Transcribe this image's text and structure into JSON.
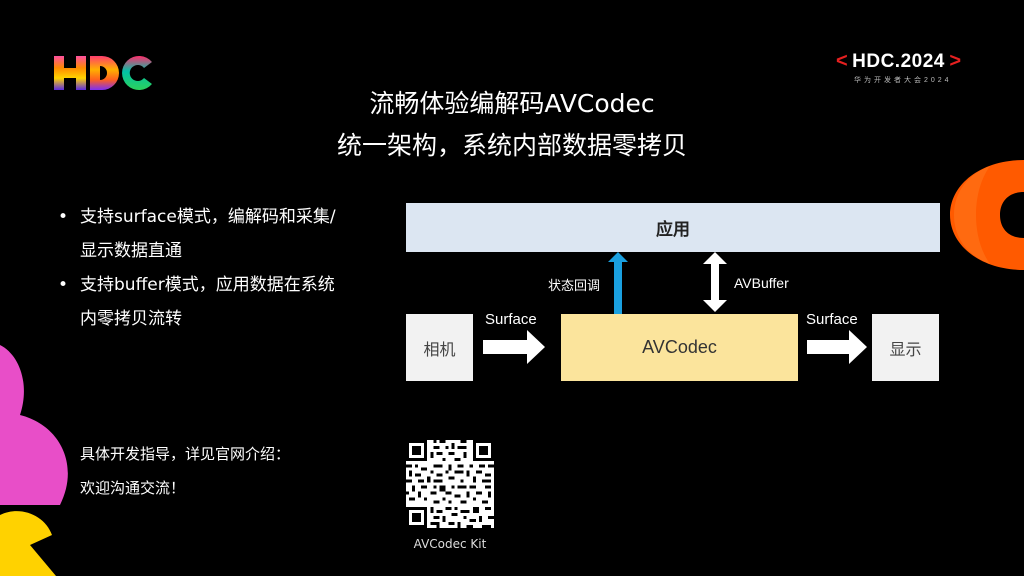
{
  "logo": {
    "brand": "HDC"
  },
  "badge": {
    "left_bracket": "<",
    "brand": "HDC.2024",
    "right_bracket": ">",
    "subtitle": "华为开发者大会2024"
  },
  "title": {
    "line1": "流畅体验编解码AVCodec",
    "line2": "统一架构，系统内部数据零拷贝"
  },
  "bullets": [
    {
      "text": "支持surface模式，编解码和采集/",
      "continuation": "显示数据直通"
    },
    {
      "text": "支持buffer模式，应用数据在系统",
      "continuation": "内零拷贝流转"
    }
  ],
  "bullet_symbol": "•",
  "diagram": {
    "app_label": "应用",
    "camera_label": "相机",
    "codec_label": "AVCodec",
    "display_label": "显示",
    "surface_in_label": "Surface",
    "surface_out_label": "Surface",
    "status_callback_label": "状态回调",
    "avbuffer_label": "AVBuffer"
  },
  "guide": {
    "line1": "具体开发指导，详见官网介绍：",
    "line2": "欢迎沟通交流！"
  },
  "qr": {
    "caption": "AVCodec Kit"
  },
  "colors": {
    "background": "#000000",
    "app_box": "#dce6f2",
    "codec_box": "#fbe49c",
    "side_box": "#f2f2f2",
    "status_arrow": "#1aa0e0",
    "badge_accent": "#e62020"
  }
}
